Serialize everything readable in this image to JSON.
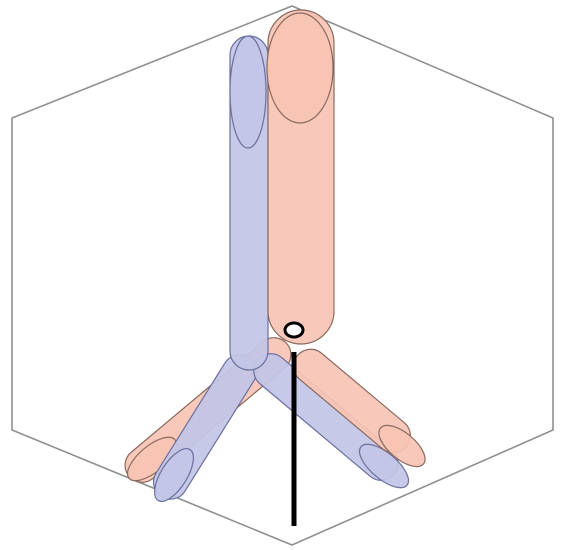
{
  "diagram": {
    "colors": {
      "outline": "#8f8f8f",
      "blue_fill": "#c3c6e6",
      "blue_stroke": "#6b6f9e",
      "peach_fill": "#f7c4b4",
      "peach_stroke": "#8a6a5e",
      "pole": "#000000",
      "hinge_fill": "#ffffff",
      "hinge_stroke": "#000000"
    },
    "components": [
      "hexagon-outline",
      "blue-upper-segment",
      "peach-upper-segment",
      "left-lower-legs",
      "right-lower-legs",
      "vertical-pole",
      "hinge-circle"
    ]
  }
}
